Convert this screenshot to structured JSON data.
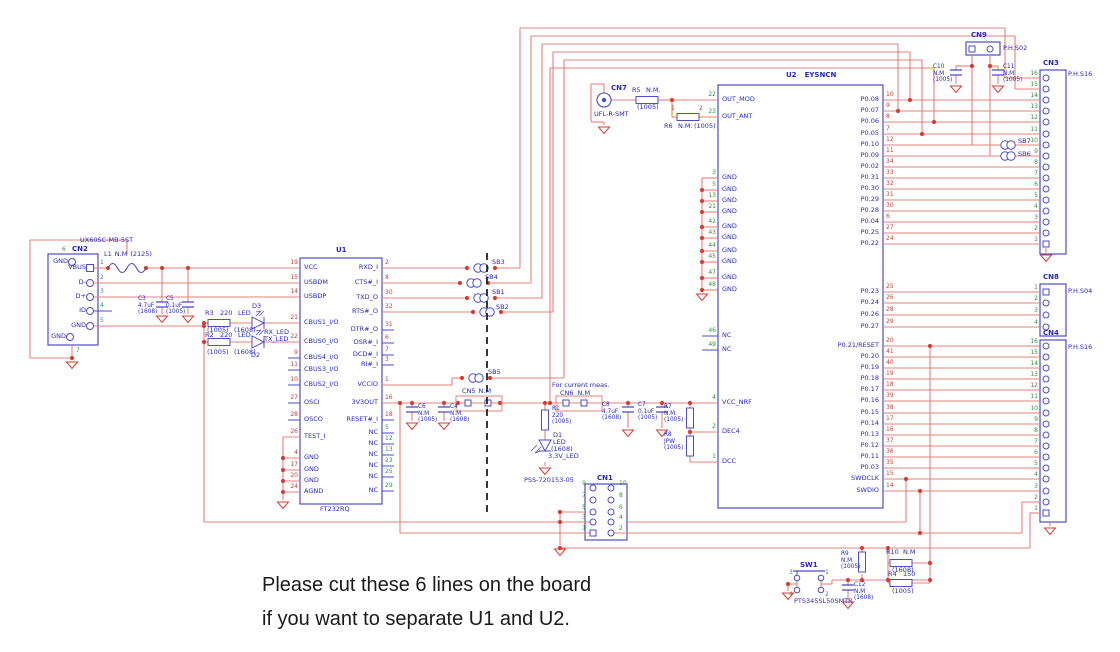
{
  "caption": {
    "line1": "Please cut these 6 lines on the board",
    "line2": "if you want to separate U1 and U2."
  },
  "colors": {
    "wire": "#e5807b",
    "junction": "#d63c31",
    "symbol": "#4d4dc4",
    "label": "#2727bd",
    "pin_red": "#c04038",
    "pin_green": "#2f9440",
    "dash": "#222222"
  },
  "ics": {
    "u1": {
      "ref": "U1",
      "part": "FT232RQ",
      "left": [
        [
          "19",
          "VCC"
        ],
        [
          "15",
          "USBDM"
        ],
        [
          "14",
          "USBDP"
        ],
        [
          "21",
          "CBUS1_I/O"
        ],
        [
          "22",
          "CBUS0_I/O"
        ],
        [
          "9",
          "CBUS4_I/O"
        ],
        [
          "11",
          "CBUS3_I/O"
        ],
        [
          "10",
          "CBUS2_I/O"
        ],
        [
          "27",
          "OSCI"
        ],
        [
          "28",
          "OSCO"
        ],
        [
          "26",
          "TEST_I"
        ],
        [
          "4",
          "GND"
        ],
        [
          "17",
          "GND"
        ],
        [
          "20",
          "GND"
        ],
        [
          "24",
          "AGND"
        ]
      ],
      "right": [
        [
          "2",
          "RXD_I"
        ],
        [
          "8",
          "CTS#_I"
        ],
        [
          "30",
          "TXD_O"
        ],
        [
          "32",
          "RTS#_O"
        ],
        [
          "31",
          "DTR#_O"
        ],
        [
          "6",
          "DSR#_I"
        ],
        [
          "7",
          "DCD#_I"
        ],
        [
          "3",
          "RI#_I"
        ],
        [
          "1",
          "VCCIO"
        ],
        [
          "16",
          "3V3OUT"
        ],
        [
          "18",
          "RESET#_I"
        ],
        [
          "5",
          "NC"
        ],
        [
          "12",
          "NC"
        ],
        [
          "13",
          "NC"
        ],
        [
          "23",
          "NC"
        ],
        [
          "25",
          "NC"
        ],
        [
          "29",
          "NC"
        ]
      ]
    },
    "u2": {
      "ref": "U2",
      "part": "EYSNCN",
      "left": [
        [
          "22",
          "OUT_MOD"
        ],
        [
          "23",
          "OUT_ANT"
        ],
        [
          "3",
          "GND"
        ],
        [
          "5",
          "GND"
        ],
        [
          "13",
          "GND"
        ],
        [
          "21",
          "GND"
        ],
        [
          "42",
          "GND"
        ],
        [
          "43",
          "GND"
        ],
        [
          "44",
          "GND"
        ],
        [
          "45",
          "GND"
        ],
        [
          "47",
          "GND"
        ],
        [
          "48",
          "GND"
        ],
        [
          "46",
          "NC"
        ],
        [
          "49",
          "NC"
        ],
        [
          "4",
          "VCC_NRF"
        ],
        [
          "2",
          "DEC4"
        ],
        [
          "1",
          "DCC"
        ]
      ],
      "right_top": [
        [
          "10",
          "P0.08"
        ],
        [
          "9",
          "P0.07"
        ],
        [
          "8",
          "P0.06"
        ],
        [
          "7",
          "P0.05"
        ],
        [
          "12",
          "P0.10"
        ],
        [
          "11",
          "P0.09"
        ],
        [
          "34",
          "P0.02"
        ],
        [
          "33",
          "P0.31"
        ],
        [
          "32",
          "P0.30"
        ],
        [
          "31",
          "P0.29"
        ],
        [
          "30",
          "P0.28"
        ],
        [
          "6",
          "P0.04"
        ],
        [
          "27",
          "P0.25"
        ],
        [
          "24",
          "P0.22"
        ]
      ],
      "right_mid": [
        [
          "25",
          "P0.23"
        ],
        [
          "26",
          "P0.24"
        ],
        [
          "28",
          "P0.26"
        ],
        [
          "29",
          "P0.27"
        ]
      ],
      "right_bot": [
        [
          "20",
          "P0.21/RESET"
        ],
        [
          "41",
          "P0.20"
        ],
        [
          "40",
          "P0.19"
        ],
        [
          "19",
          "P0.18"
        ],
        [
          "18",
          "P0.17"
        ],
        [
          "39",
          "P0.16"
        ],
        [
          "38",
          "P0.15"
        ],
        [
          "17",
          "P0.14"
        ],
        [
          "16",
          "P0.13"
        ],
        [
          "37",
          "P0.12"
        ],
        [
          "36",
          "P0.11"
        ],
        [
          "35",
          "P0.03"
        ],
        [
          "15",
          "SWDCLK"
        ],
        [
          "14",
          "SWDIO"
        ]
      ]
    }
  },
  "connectors": {
    "cn2": {
      "ref": "CN2",
      "part": "UX60SC-MB-5ST",
      "pins": [
        [
          "1",
          "VBUS"
        ],
        [
          "2",
          "D-"
        ],
        [
          "3",
          "D+"
        ],
        [
          "4",
          "ID"
        ],
        [
          "5",
          "GND"
        ]
      ],
      "top_pin": [
        "6",
        "GND"
      ],
      "bottom_pin": [
        "7",
        "GND"
      ]
    },
    "cn1": {
      "ref": "CN1",
      "part": "PSS-720153-05",
      "left": [
        "9",
        "7",
        "5",
        "3",
        "1"
      ],
      "right": [
        "10",
        "8",
        "6",
        "4",
        "2"
      ]
    },
    "cn3": {
      "ref": "CN3",
      "part": "P.H.S16",
      "pins": [
        "16",
        "15",
        "14",
        "13",
        "12",
        "11",
        "10",
        "9",
        "8",
        "7",
        "6",
        "5",
        "4",
        "3",
        "2",
        "1"
      ]
    },
    "cn8": {
      "ref": "CN8",
      "part": "P.H.S04",
      "pins": [
        "1",
        "2",
        "3",
        "4"
      ]
    },
    "cn4": {
      "ref": "CN4",
      "part": "P.H.S16",
      "pins": [
        "16",
        "15",
        "14",
        "13",
        "12",
        "11",
        "10",
        "9",
        "8",
        "7",
        "6",
        "5",
        "4",
        "3",
        "2",
        "1"
      ]
    },
    "cn9": {
      "ref": "CN9",
      "part": "P.H.S02"
    },
    "cn7": {
      "ref": "CN7",
      "part": "UFL-R-SMT"
    },
    "cn5": {
      "ref": "CN5",
      "value": "N.M"
    },
    "cn6": {
      "ref": "CN6",
      "value": "N.M",
      "note": "For current meas."
    }
  },
  "parts": {
    "l1": {
      "ref": "L1",
      "value": "N.M",
      "size": "(2125)"
    },
    "c3": {
      "ref": "C3",
      "value": "4.7uF",
      "size": "(1608)"
    },
    "c5": {
      "ref": "C5",
      "value": "0.1uF",
      "size": "(1005)"
    },
    "r3": {
      "ref": "R3",
      "value": "220",
      "size": "(1005)"
    },
    "r2": {
      "ref": "R2",
      "value": "220",
      "size": "(1005)"
    },
    "d3": {
      "ref": "D3",
      "value": "LED",
      "size": "(1608)",
      "net": "RX_LED"
    },
    "d2": {
      "ref": "D2",
      "value": "LED",
      "size": "(1608)",
      "net": "TX_LED"
    },
    "c6": {
      "ref": "C6",
      "value": "N.M",
      "size": "(1005)"
    },
    "c4": {
      "ref": "C4",
      "value": "N.M",
      "size": "(1608)"
    },
    "r1": {
      "ref": "R1",
      "value": "220",
      "size": "(1005)"
    },
    "d1": {
      "ref": "D1",
      "value": "LED",
      "size": "(1608)",
      "net": "3.3V_LED"
    },
    "c8": {
      "ref": "C8",
      "value": "4.7uF",
      "size": "(1608)"
    },
    "c7": {
      "ref": "C7",
      "value": "0.1uF",
      "size": "(1005)"
    },
    "r7": {
      "ref": "R7",
      "value": "N.M.",
      "size": "(1005)"
    },
    "r8": {
      "ref": "R8",
      "value": "JPW",
      "size": "(1005)"
    },
    "r5": {
      "ref": "R5",
      "value": "N.M.",
      "size": "(1005)"
    },
    "r6": {
      "ref": "R6",
      "value": "N.M.",
      "size": "(1005)",
      "pads": [
        "1",
        "2"
      ]
    },
    "c10": {
      "ref": "C10",
      "value": "N.M",
      "size": "(1005)"
    },
    "c11": {
      "ref": "C11",
      "value": "N.M",
      "size": "(1005)"
    },
    "r9": {
      "ref": "R9",
      "value": "N.M",
      "size": "(1005)"
    },
    "r10": {
      "ref": "R10",
      "value": "N.M",
      "size": "(1608)"
    },
    "r4": {
      "ref": "R4",
      "value": "150",
      "size": "(1005)"
    },
    "c12": {
      "ref": "C12",
      "value": "N.M",
      "size": "(1608)"
    },
    "sw1": {
      "ref": "SW1",
      "part": "PTS345SL50SMTR",
      "pins": [
        "3",
        "1",
        "4",
        "2"
      ]
    },
    "sb": {
      "sb1": "SB1",
      "sb2": "SB2",
      "sb3": "SB3",
      "sb4": "SB4",
      "sb5": "SB5",
      "sb6": "SB6",
      "sb7": "SB7"
    }
  }
}
